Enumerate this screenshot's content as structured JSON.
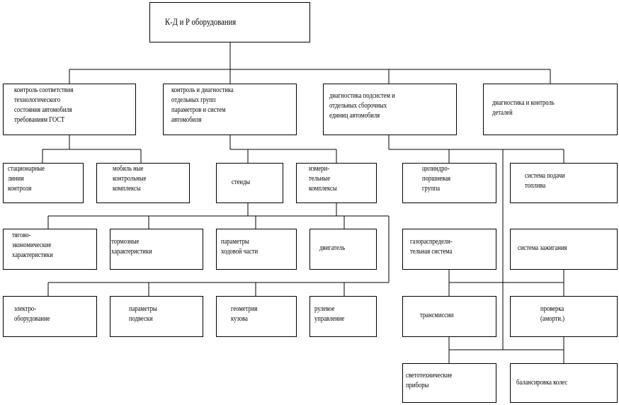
{
  "diagram": {
    "root": "К-Д и Р оборудования",
    "level1": {
      "conformity": "контроль соответствия\nтехнологического\nсостояния автомобиля\nтребованиям ГОСТ",
      "groups": "контроль и диагностика\nотдельных групп\nпараметров и систем\nавтомобиля",
      "subsystems": "диагностика подсистем и\nотдельных сборочных\nединиц автомобиля",
      "parts": "диагностика и контроль\nдеталей"
    },
    "conformity_children": {
      "stationary": "стационарные\nлинии\nконтроля",
      "mobile": "мобиль ные\nконтрольные\nкомплексы"
    },
    "groups_children": {
      "stands": "стенды",
      "measuring": "измери-\nтельные\nкомплексы"
    },
    "stand_items": {
      "traction": "тягово-\nэкономические\nхарактеристики",
      "brake": "тормозные\nхарактеристики",
      "chassis": "параметры\nходовой части",
      "engine": "двигатель",
      "electrical": "электро-\nоборудование",
      "suspension": "параметры\nподвески",
      "body": "геометрия\nкузова",
      "steering": "рулевое\nуправление"
    },
    "subsystem_items": {
      "cylinder": "цилиндро-\nпоршневая\nгруппа",
      "fuel": "система подачи\nтоплива",
      "gas": "газораспредели-\nтельная система",
      "ignition": "система зажигания",
      "transmission": "трансмиссии",
      "shock": "проверка\n(аморти.)",
      "lighting": "светотехнические\nприборы",
      "balancing": "балансировка колес"
    }
  }
}
